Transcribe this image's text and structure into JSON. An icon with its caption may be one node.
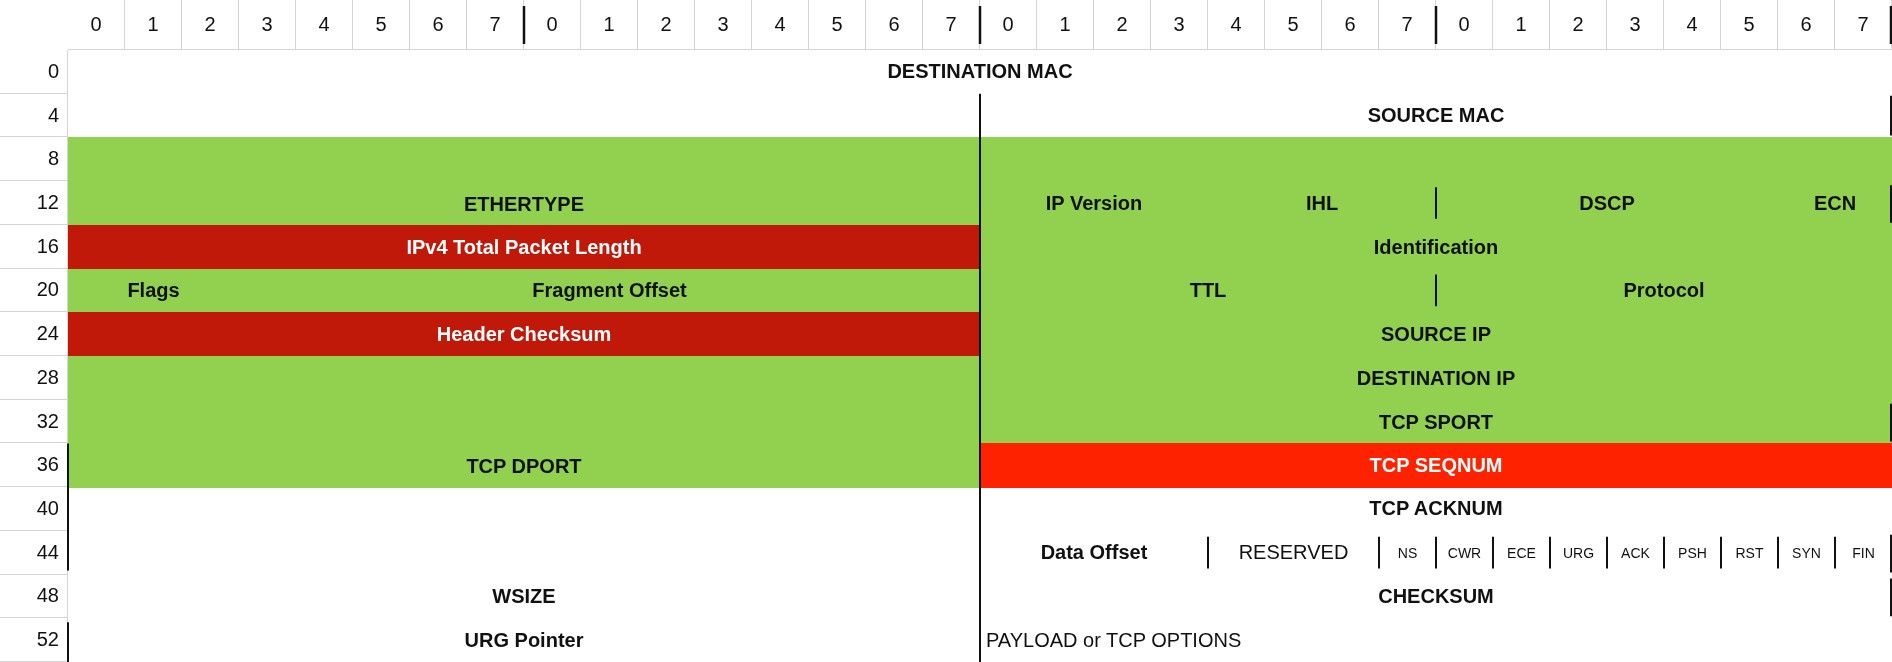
{
  "diagram": {
    "nodes": [
      {
        "text": [
          "DESTINATION MAC"
        ]
      },
      {
        "text": [
          "SOURCE MAC"
        ]
      },
      {
        "text": [],
        "shape": "bar"
      },
      {
        "text": [
          "ETHERTYPE"
        ]
      },
      {
        "text": [
          "IP Version"
        ]
      },
      {
        "text": [
          "IHL"
        ]
      },
      {
        "text": [
          "DSCP"
        ]
      },
      {
        "text": [
          "ECN"
        ]
      },
      {
        "text": [
          "IPv4 Total Packet Length"
        ]
      },
      {
        "text": [
          "Identification"
        ]
      },
      {
        "text": [
          "Flags"
        ]
      },
      {
        "text": [
          "Fragment Offset"
        ]
      },
      {
        "text": [
          "TTL"
        ]
      },
      {
        "text": [
          "Protocol"
        ]
      },
      {
        "text": [
          "Header Checksum"
        ]
      },
      {
        "text": [
          "SOURCE IP"
        ]
      },
      {
        "text": [
          "DESTINATION IP"
        ]
      },
      {
        "text": [
          "TCP SPORT"
        ]
      },
      {
        "text": [
          "TCP DPORT"
        ]
      },
      {
        "text": [
          "TCP SEQNUM"
        ]
      },
      {
        "text": [
          "TCP ACKNUM"
        ]
      },
      {
        "text": [
          "Data Offset"
        ]
      },
      {
        "text": [
          "RESERVED"
        ]
      },
      {
        "text": [
          "NS"
        ]
      },
      {
        "text": [
          "CWR"
        ]
      },
      {
        "text": [
          "ECE"
        ]
      },
      {
        "text": [
          "URG"
        ]
      },
      {
        "text": [
          "ACK"
        ]
      },
      {
        "text": [
          "PSH"
        ]
      },
      {
        "text": [
          "RST"
        ]
      },
      {
        "text": [
          "SYN"
        ]
      },
      {
        "text": [
          "FIN"
        ]
      },
      {
        "text": [
          "WSIZE"
        ]
      },
      {
        "text": [
          "CHECKSUM"
        ]
      },
      {
        "text": [
          "URG Pointer"
        ]
      },
      {
        "text": [
          "PAYLOAD or TCP OPTIONS"
        ]
      }
    ],
    "edges": [],
    "labels": [
      "0",
      "1",
      "2",
      "3",
      "4",
      "5",
      "6",
      "7",
      "0",
      "1",
      "2",
      "3",
      "4",
      "5",
      "6",
      "7",
      "0",
      "1",
      "2",
      "3",
      "4",
      "5",
      "6",
      "7",
      "0",
      "1",
      "2",
      "3",
      "4",
      "5",
      "6",
      "7",
      "0",
      "4",
      "8",
      "12",
      "16",
      "20",
      "24",
      "28",
      "32",
      "36",
      "40",
      "44",
      "48",
      "52"
    ]
  }
}
